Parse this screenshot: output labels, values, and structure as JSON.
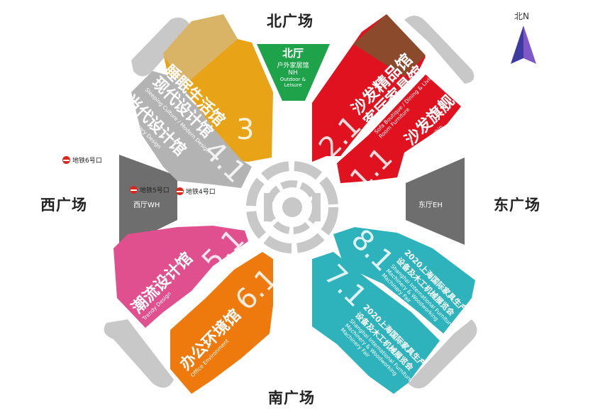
{
  "plazas": {
    "north": "北广场",
    "south": "南广场",
    "east": "东广场",
    "west": "西广场"
  },
  "compass": {
    "label": "北N"
  },
  "metro": {
    "icon": "metro-icon",
    "exit6": "地铁6号口",
    "exit5": "地铁5号口",
    "exit4": "地铁4号口"
  },
  "side_halls": {
    "west": "西厅WH",
    "east": "东厅EH"
  },
  "north_hall": {
    "title": "北厅",
    "subtitle": "户外家居馆",
    "code": "NH",
    "en1": "Outdoor &",
    "en2": "Leisure"
  },
  "halls": {
    "h3": {
      "number": "3",
      "cn1": "睡眠生活馆",
      "cn2": "现代设计馆",
      "en": "Sleeping Culture / Modern Design"
    },
    "h41": {
      "number": "4.1",
      "cn1": "当代设计馆",
      "en": "Contemporary Design"
    },
    "h21": {
      "number": "2.1",
      "cn1": "沙发精品馆",
      "cn2": "客厅家具馆",
      "en1": "Sofa Boutique / Dining & Living",
      "en2": "Room Furniture"
    },
    "h11": {
      "number": "1.1",
      "cn1": "沙发旗舰馆",
      "en": "Sofa Flagship"
    },
    "h51": {
      "number": "5.1",
      "cn1": "潮流设计馆",
      "en": "Trendy Design"
    },
    "h61": {
      "number": "6.1",
      "cn1": "办公环境馆",
      "en": "Office Environment"
    },
    "h81": {
      "number": "8.1",
      "cn1": "2020上海国际家具生产",
      "cn2": "设备及木工机械展览会",
      "en1": "Shanghai International Furniture",
      "en2": "Machinery & Woodworking",
      "en3": "Machinery Fair"
    },
    "h71": {
      "number": "7.1",
      "cn1": "2020上海国际家具生产",
      "cn2": "设备及木工机械展览会",
      "en1": "Shanghai International Furniture",
      "en2": "Machinery & Woodworking",
      "en3": "Machinery Fair"
    }
  },
  "colors": {
    "yellow": "#e8a317",
    "gray": "#b3b3b3",
    "red": "#e0121f",
    "brown": "#8b4a2b",
    "pink": "#e0508f",
    "orange": "#ee7a0e",
    "teal": "#2eb3bc",
    "green": "#1ea34a",
    "dark_gray": "#6e6e6e",
    "light_gray": "#c8c8c8",
    "compass_blue": "#3e3ba0"
  }
}
